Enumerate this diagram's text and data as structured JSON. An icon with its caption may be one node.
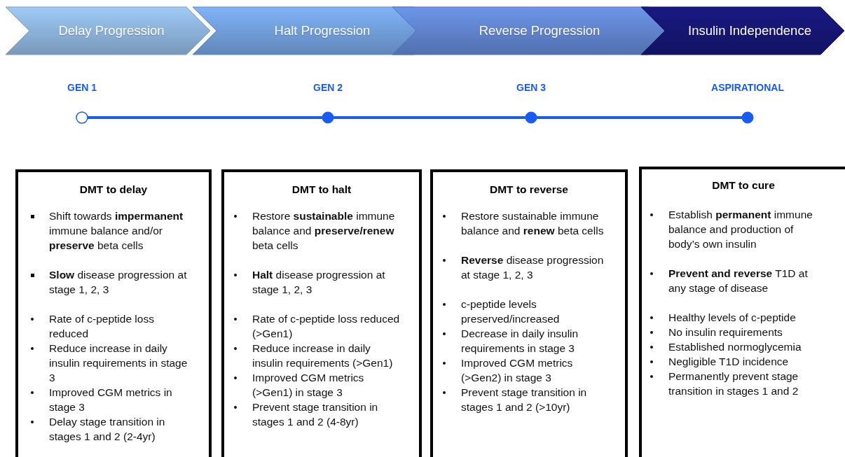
{
  "diagram": {
    "nodes": [
      {
        "text": [
          "Delay Progression"
        ]
      },
      {
        "text": [
          "Halt Progression"
        ]
      },
      {
        "text": [
          "Reverse Progression"
        ]
      },
      {
        "text": [
          "Insulin Independence"
        ]
      },
      {
        "text": [],
        "shape": "circle",
        "beside": [
          "GEN 1"
        ]
      },
      {
        "text": [],
        "shape": "circle",
        "beside": [
          "GEN 2"
        ]
      },
      {
        "text": [],
        "shape": "circle",
        "beside": [
          "GEN 3"
        ]
      },
      {
        "text": [],
        "shape": "circle",
        "beside": [
          "ASPIRATIONAL"
        ]
      },
      {
        "text": [
          "DMT to delay",
          "Shift towards **impermanent** immune balance and/or **preserve** beta cells",
          "**Slow** disease progression at stage 1, 2, 3",
          "Rate of c-peptide loss reduced",
          "Reduce increase in daily insulin requirements in stage 3",
          "Improved CGM  metrics in stage 3",
          "Delay stage transition in stages 1 and 2 (2-4yr)"
        ]
      },
      {
        "text": [
          "DMT to halt",
          "Restore **sustainable** immune balance and **preserve/renew** beta cells",
          "**Halt** disease progression at stage 1, 2, 3",
          "Rate of c-peptide loss reduced (>Gen1)",
          "Reduce increase in daily insulin requirements (>Gen1)",
          "Improved CGM  metrics (>Gen1) in stage 3",
          "Prevent stage transition in stages 1 and 2 (4-8yr)"
        ]
      },
      {
        "text": [
          "DMT to reverse",
          "Restore sustainable immune balance and **renew** beta cells",
          "**Reverse** disease progression at stage 1, 2, 3",
          "c-peptide levels preserved/increased",
          "Decrease in daily insulin requirements in stage 3",
          "Improved CGM  metrics (>Gen2) in stage 3",
          "Prevent stage transition in stages 1 and 2 (>10yr)"
        ]
      },
      {
        "text": [
          "DMT to cure",
          "Establish **permanent** immune balance and production of body’s own insulin",
          "**Prevent and reverse** T1D at any stage of disease",
          "Healthy levels of c-peptide",
          "No insulin requirements",
          "Established normoglycemia",
          "Negligible T1D incidence",
          "Permanently prevent stage transition in stages 1 and 2"
        ]
      }
    ],
    "edges": [
      {
        "from": 4,
        "to": 5,
        "arrow": "none"
      },
      {
        "from": 5,
        "to": 6,
        "arrow": "none"
      },
      {
        "from": 6,
        "to": 7,
        "arrow": "none"
      }
    ]
  }
}
